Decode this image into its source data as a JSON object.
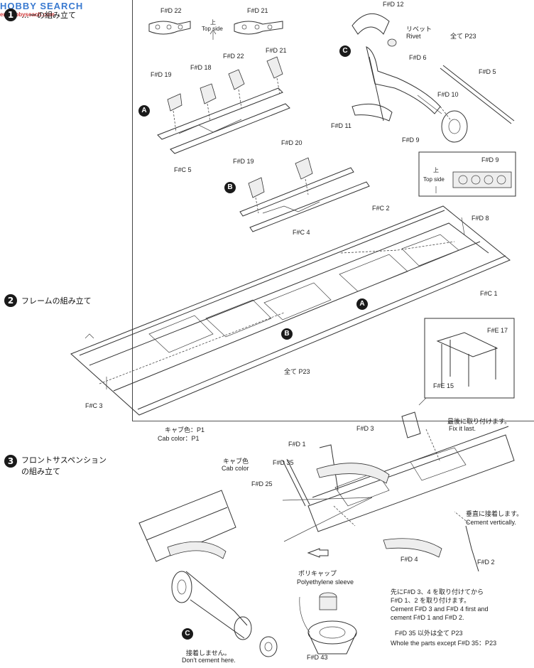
{
  "watermark": {
    "brand": "HOBBY SEARCH",
    "url": "en.hobbyseach.com"
  },
  "steps": [
    {
      "number": "1",
      "title": "…ーの組み立て"
    },
    {
      "number": "2",
      "title": "フレームの組み立て"
    },
    {
      "number": "3",
      "title_line1": "フロントサスペンション",
      "title_line2": "の組み立て"
    }
  ],
  "markers": {
    "a": "A",
    "b": "B",
    "c": "C"
  },
  "parts": {
    "fd22": "F#D 22",
    "fd21": "F#D 21",
    "fd19": "F#D 19",
    "fd18": "F#D 18",
    "fd20": "F#D 20",
    "fc5": "F#C 5",
    "fc4": "F#C 4",
    "fc2": "F#C 2",
    "fc1": "F#C 1",
    "fc3": "F#C 3",
    "fd12": "F#D 12",
    "fd6": "F#D 6",
    "fd5": "F#D 5",
    "fd10": "F#D 10",
    "fd11": "F#D 11",
    "fd9": "F#D 9",
    "fd8": "F#D 8",
    "fe17": "F#E 17",
    "fe15": "F#E 15",
    "fd3": "F#D 3",
    "fd1": "F#D 1",
    "fd35": "F#D 35",
    "fd25": "F#D 25",
    "fd4": "F#D 4",
    "fd2": "F#D 2",
    "fd43": "F#D 43"
  },
  "notes": {
    "top_side_jp": "上",
    "top_side_en": "Top side",
    "rivet_jp": "リベット",
    "rivet_en": "Rivet",
    "all_p23": "全て P23",
    "all_p23_frame": "全て P23",
    "cab_color_jp": "キャブ色：P1",
    "cab_color_en": "Cab color：P1",
    "cab_color2_jp": "キャブ色",
    "cab_color2_en": "Cab color",
    "fix_last_jp": "最後に取り付けます。",
    "fix_last_en": "Fix it last.",
    "cement_vert_jp": "垂直に接着します。",
    "cement_vert_en": "Cement vertically.",
    "poly_jp": "ポリキャップ",
    "poly_en": "Polyethylene sleeve",
    "order_jp1": "先にF#D 3、4 を取り付けてから",
    "order_jp2": "F#D 1、2 を取り付けます。",
    "order_en1": "Cement F#D 3 and F#D 4 first and",
    "order_en2": "cement F#D 1 and F#D 2.",
    "except_jp": "F#D 35 以外は全て P23",
    "except_en": "Whole the parts except F#D 35：P23",
    "no_cement_jp": "接着しません。",
    "no_cement_en": "Don't cement here."
  }
}
